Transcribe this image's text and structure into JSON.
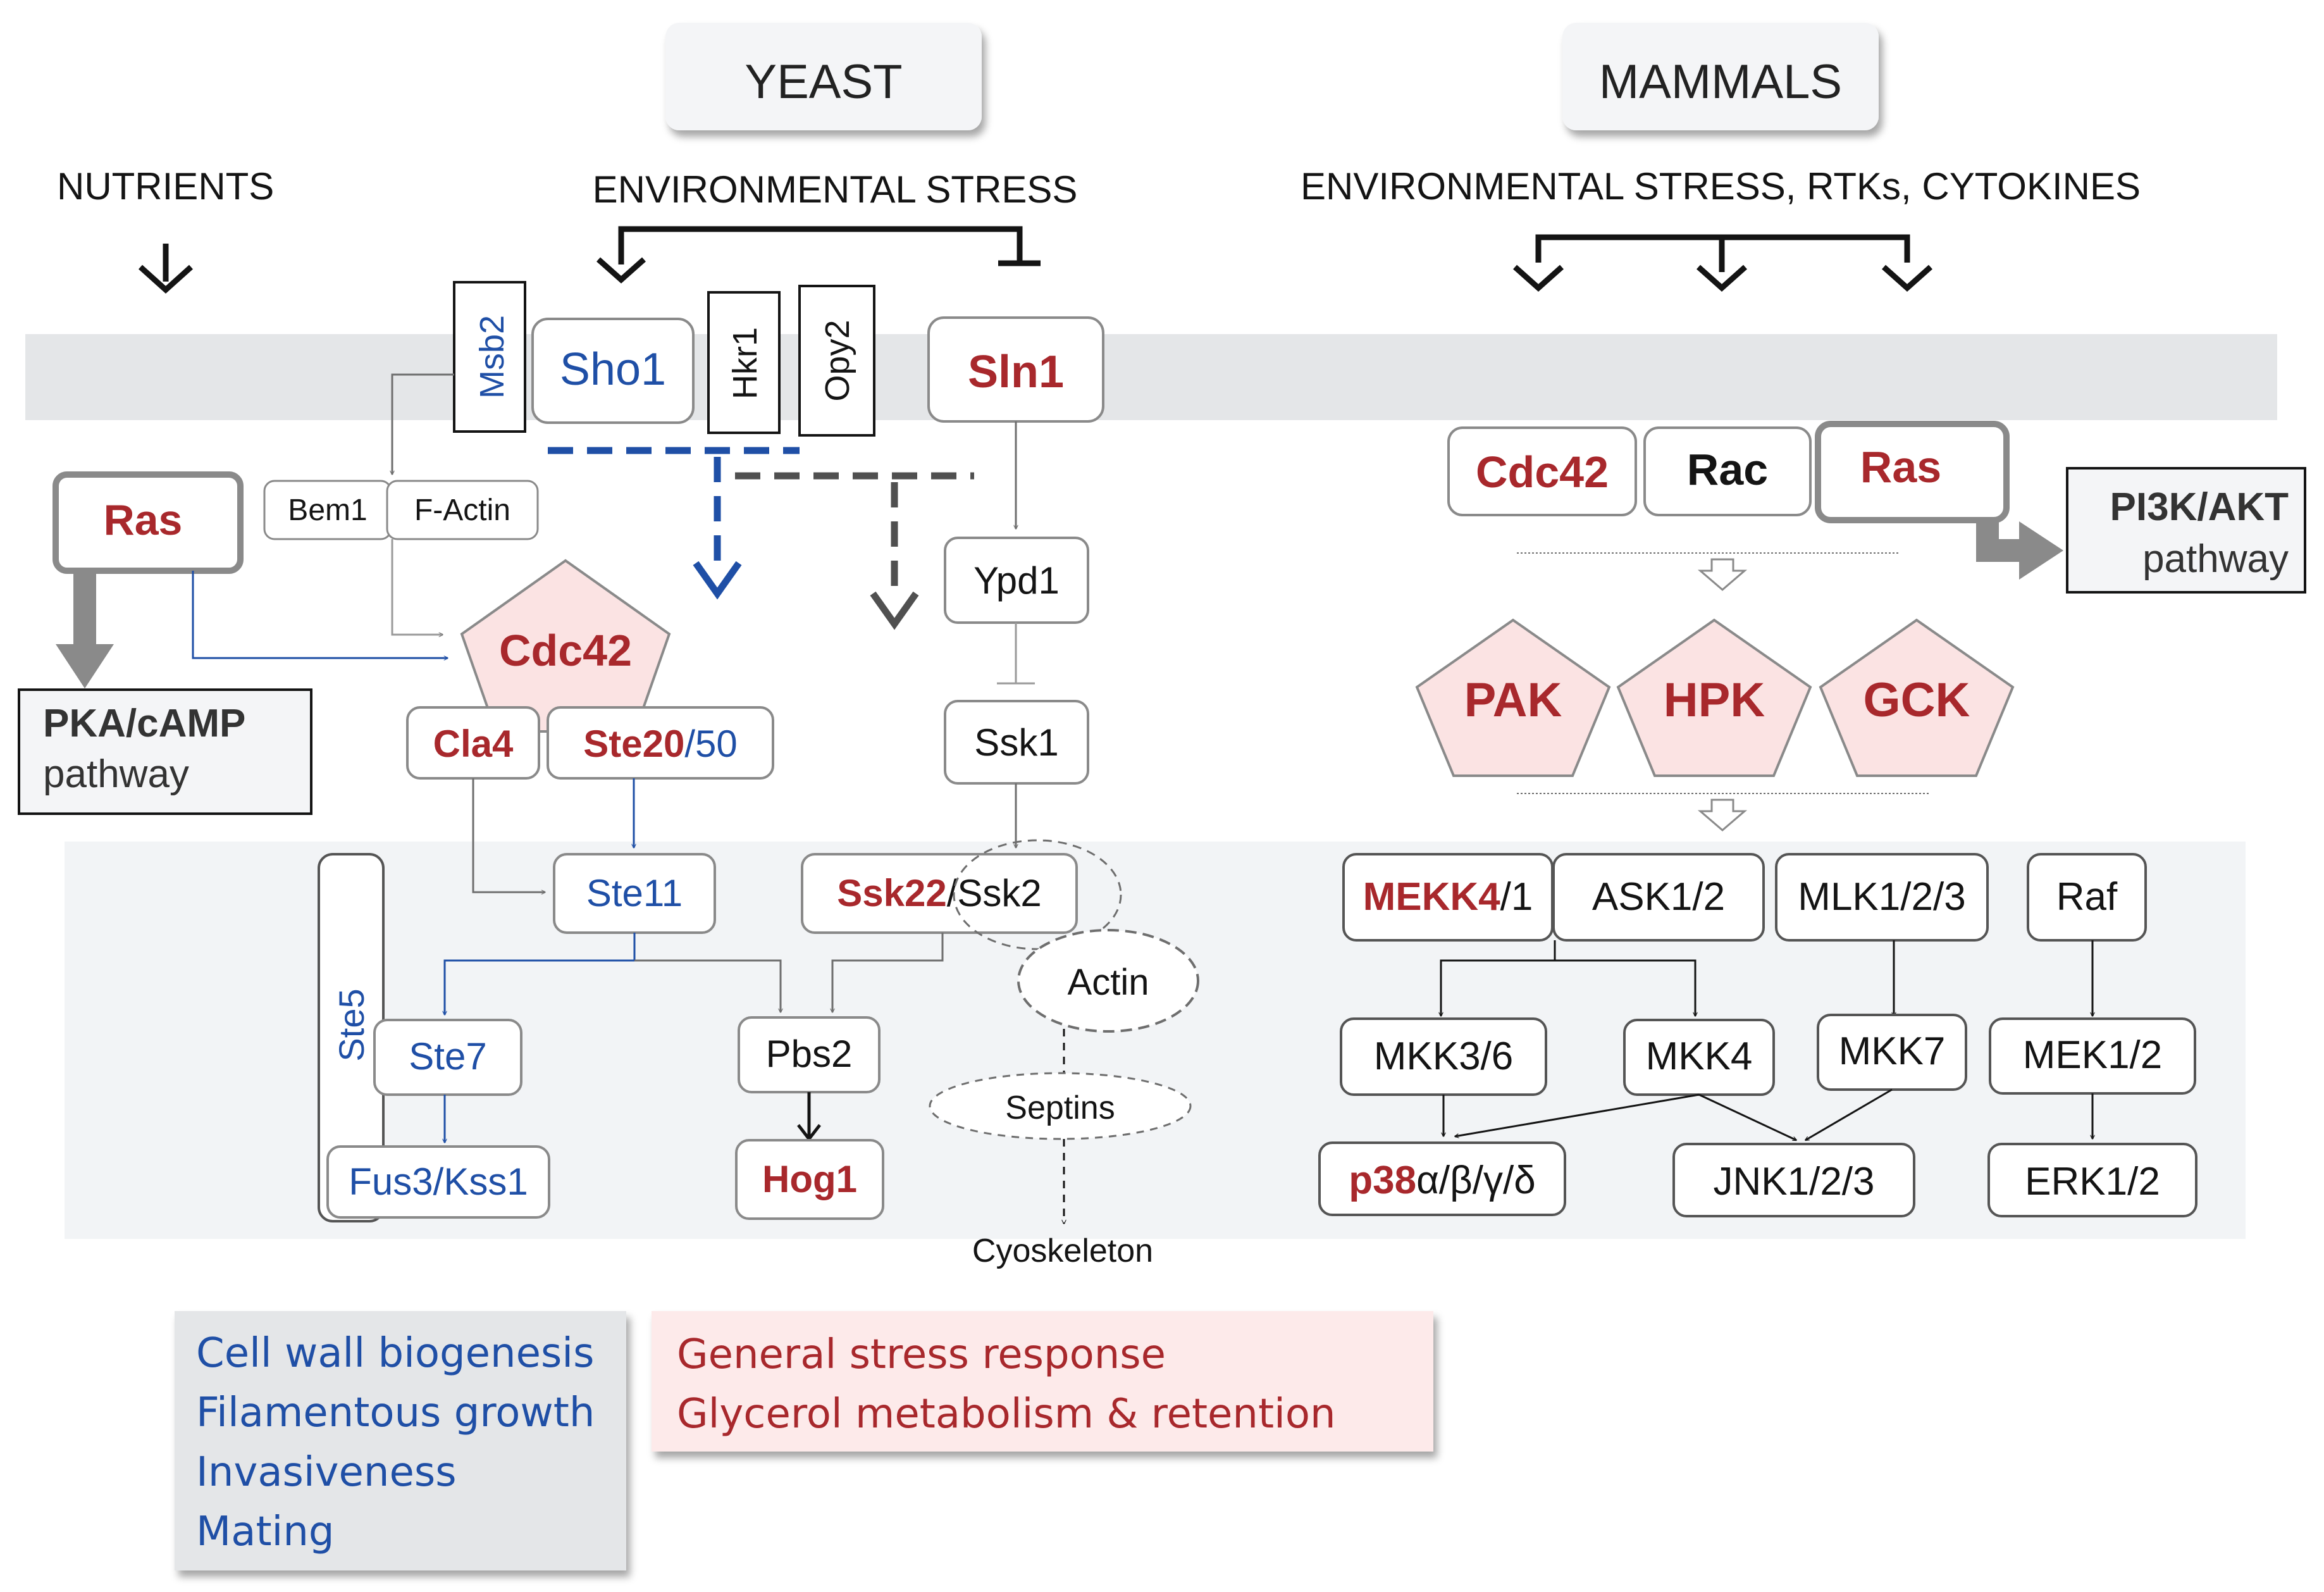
{
  "colors": {
    "red": "#a8282c",
    "blue": "#1f4fa6",
    "black": "#141414",
    "pink_fill": "#fbe3e3",
    "membrane": "#e4e6e8",
    "cyto": "#f2f4f6"
  },
  "headers": {
    "yeast": "YEAST",
    "mammals": "MAMMALS"
  },
  "stimuli": {
    "nutrients": "NUTRIENTS",
    "env_stress": "ENVIRONMENTAL STRESS",
    "mammal_stress": "ENVIRONMENTAL STRESS, RTKs, CYTOKINES"
  },
  "yeast": {
    "msb2": "Msb2",
    "sho1": "Sho1",
    "hkr1": "Hkr1",
    "opy2": "Opy2",
    "sln1": "Sln1",
    "bem1": "Bem1",
    "factin": "F-Actin",
    "ras": "Ras",
    "pka_title": "PKA/cAMP",
    "pka_sub": "pathway",
    "cdc42": "Cdc42",
    "cla4": "Cla4",
    "ste20": "Ste20",
    "ste20_suffix": "/50",
    "ypd1": "Ypd1",
    "ssk1": "Ssk1",
    "ste5": "Ste5",
    "ste11": "Ste11",
    "ssk22": "Ssk22",
    "ssk2_suffix": "/Ssk2",
    "actin": "Actin",
    "septins": "Septins",
    "cytoskeleton": "Cyoskeleton",
    "ste7": "Ste7",
    "pbs2": "Pbs2",
    "fus3": "Fus3/Kss1",
    "hog1": "Hog1"
  },
  "mammal": {
    "cdc42": "Cdc42",
    "rac": "Rac",
    "ras": "Ras",
    "pi3k_title": "PI3K/AKT",
    "pi3k_sub": "pathway",
    "pak": "PAK",
    "hpk": "HPK",
    "gck": "GCK",
    "mekk4": "MEKK4",
    "mekk4_suffix": "/1",
    "ask": "ASK1/2",
    "mlk": "MLK1/2/3",
    "raf": "Raf",
    "mkk36": "MKK3/6",
    "mkk4": "MKK4",
    "mkk7": "MKK7",
    "mek": "MEK1/2",
    "p38": "p38",
    "p38_suffix": "α/β/γ/δ",
    "jnk": "JNK1/2/3",
    "erk": "ERK1/2"
  },
  "outcomes": {
    "blue": [
      "Cell wall biogenesis",
      "Filamentous growth",
      "Invasiveness",
      "Mating"
    ],
    "red": [
      "General stress response",
      "Glycerol metabolism & retention"
    ]
  }
}
